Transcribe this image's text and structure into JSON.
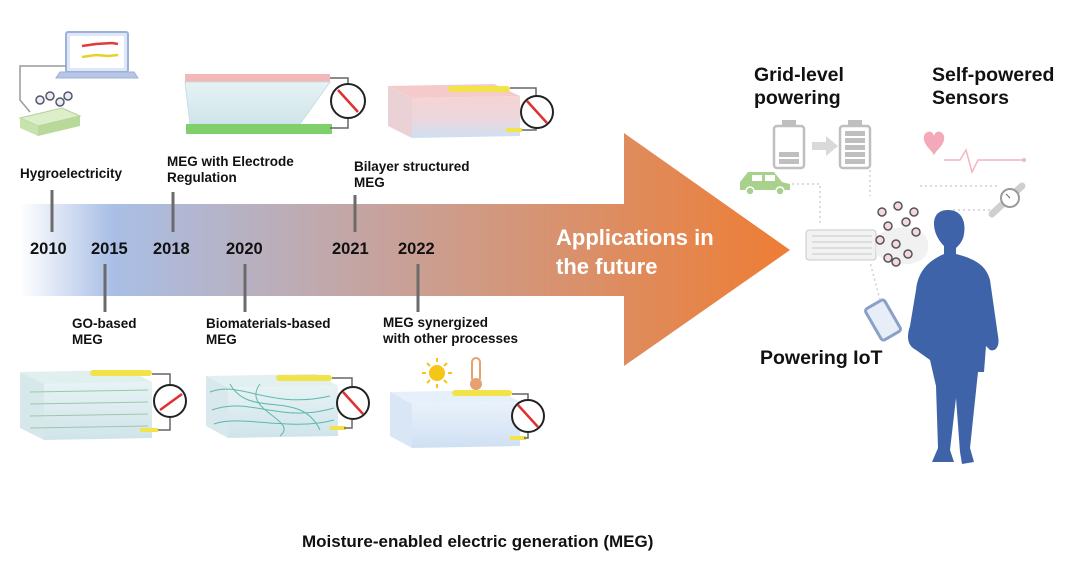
{
  "timeline": {
    "milestones": [
      {
        "year": "2010",
        "label": "Hygroelectricity"
      },
      {
        "year": "2015",
        "label": "GO-based\nMEG"
      },
      {
        "year": "2018",
        "label": "MEG with Electrode\nRegulation"
      },
      {
        "year": "2020",
        "label": "Biomaterials-based\n MEG"
      },
      {
        "year": "2021",
        "label": "Bilayer structured\nMEG"
      },
      {
        "year": "2022",
        "label": "MEG synergized\nwith other processes"
      }
    ],
    "arrow_text": "Applications in\nthe future"
  },
  "applications": {
    "grid": "Grid-level\npowering",
    "sensors": "Self-powered\nSensors",
    "iot": "Powering IoT"
  },
  "caption": "Moisture-enabled electric generation (MEG)",
  "colors": {
    "arrow_start": "#ffffff",
    "arrow_blue": "#a9bfe6",
    "arrow_mid": "#c9a096",
    "arrow_end": "#ee7d34",
    "person": "#3f63a8",
    "battery": "#bfbfbf",
    "car": "#a9d18e",
    "heart_line": "#f4b4c0"
  }
}
